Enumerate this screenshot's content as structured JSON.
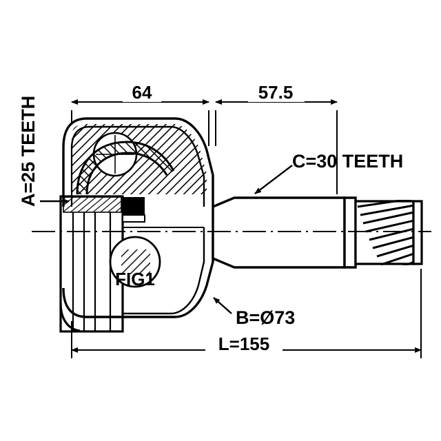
{
  "diagram": {
    "title": "CV joint outer technical drawing",
    "fig_label": "FIG1",
    "dimensions": {
      "left_span": "64",
      "right_span": "57.5",
      "total_length": "L=155",
      "spline_a": "A=25 TEETH",
      "spline_c": "C=30 TEETH",
      "diameter_b": "B=Ø73"
    },
    "colors": {
      "line": "#000000",
      "background": "#ffffff",
      "hatch": "#000000"
    }
  }
}
